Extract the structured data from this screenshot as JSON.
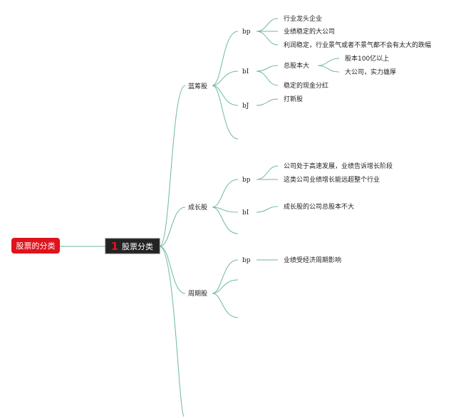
{
  "root": {
    "label": "股票的分类"
  },
  "main": {
    "number": "1",
    "label": "股票分类"
  },
  "categories": [
    {
      "label": "蓝筹股",
      "groups": [
        {
          "tag": "bp",
          "items": [
            "行业龙头企业",
            "业绩稳定的大公司",
            "利润稳定，行业景气或者不景气都不会有太大的跌幅"
          ]
        },
        {
          "tag": "bI",
          "items": [
            "总股本大",
            "稳定的现金分红"
          ],
          "sub": [
            "股本100亿以上",
            "大公司，实力雄厚"
          ]
        },
        {
          "tag": "bJ",
          "items": [
            "打新股"
          ]
        }
      ]
    },
    {
      "label": "成长股",
      "groups": [
        {
          "tag": "bp",
          "items": [
            "公司处于高速发展，业绩告诉增长阶段",
            "这类公司业绩增长能远超整个行业"
          ]
        },
        {
          "tag": "bI",
          "items": [
            "成长股的公司总股本不大"
          ]
        }
      ]
    },
    {
      "label": "周期股",
      "groups": [
        {
          "tag": "bp",
          "items": [
            "业绩受经济周期影响"
          ]
        }
      ]
    }
  ],
  "colors": {
    "root": "#e0121b",
    "main": "#232323",
    "line": "#6fb7a2",
    "number": "#e0121b"
  }
}
